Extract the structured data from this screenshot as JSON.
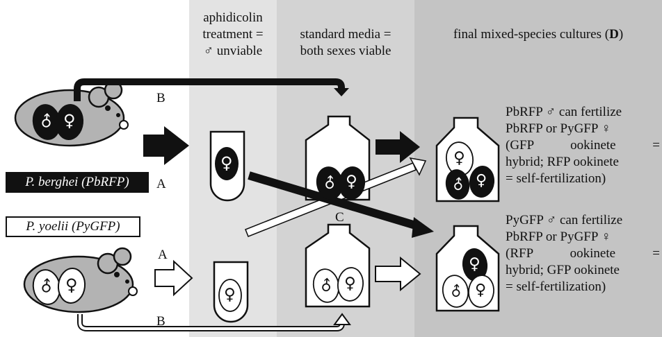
{
  "headers": {
    "aphidicolin": [
      "aphidicolin",
      "treatment =",
      "♂ unviable"
    ],
    "standard": [
      "standard media =",
      "both sexes viable"
    ],
    "final_prefix": "final mixed-species cultures (",
    "final_letter": "D",
    "final_suffix": ")"
  },
  "species": {
    "berghei": "P. berghei (PbRFP)",
    "yoelii": "P. yoelii (PyGFP)"
  },
  "arrow_labels": {
    "b_top": "B",
    "a_top": "A",
    "c": "C",
    "a_bottom": "A",
    "b_bottom": "B"
  },
  "symbols": {
    "male": "♂",
    "female": "♀"
  },
  "results": {
    "top": [
      "PbRFP ♂ can fertilize",
      "PbRFP or PyGFP ♀",
      "(GFP ookinete =",
      "hybrid; RFP ookinete",
      "= self-fertilization)"
    ],
    "bottom": [
      "PyGFP ♂ can fertilize",
      "PbRFP or PyGFP ♀",
      "(RFP ookinete =",
      "hybrid; GFP ookinete",
      "= self-fertilization)"
    ]
  },
  "colors": {
    "panel_aphidicolin": "#e3e3e3",
    "panel_standard": "#d3d3d3",
    "panel_final": "#c4c4c4",
    "mouse": "#b3b3b3",
    "red_parasite": "#111111",
    "green_parasite": "#ffffff"
  }
}
